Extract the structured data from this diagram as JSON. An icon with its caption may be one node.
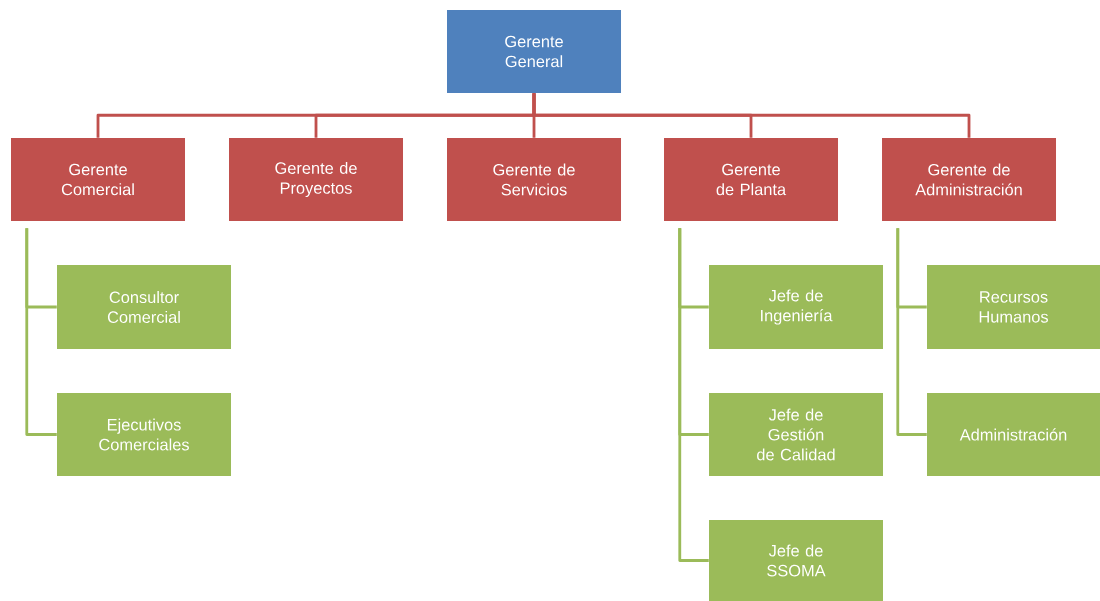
{
  "diagram": {
    "nodes": [
      {
        "text": [
          "Gerente General"
        ]
      },
      {
        "text": [
          "Gerente Comercial"
        ]
      },
      {
        "text": [
          "Gerente de Proyectos"
        ]
      },
      {
        "text": [
          "Gerente de Servicios"
        ]
      },
      {
        "text": [
          "Gerente de Planta"
        ]
      },
      {
        "text": [
          "Gerente de Administración"
        ]
      },
      {
        "text": [
          "Consultor Comercial"
        ]
      },
      {
        "text": [
          "Ejecutivos Comerciales"
        ]
      },
      {
        "text": [
          "Jefe de Ingeniería"
        ]
      },
      {
        "text": [
          "Jefe de Gestión de Calidad"
        ]
      },
      {
        "text": [
          "Jefe de SSOMA"
        ]
      },
      {
        "text": [
          "Recursos Humanos"
        ]
      },
      {
        "text": [
          "Administración"
        ]
      }
    ],
    "edges": [
      {
        "from": 0,
        "to": 1,
        "arrow": "none",
        "color": "#c0504d"
      },
      {
        "from": 0,
        "to": 2,
        "arrow": "none",
        "color": "#c0504d"
      },
      {
        "from": 0,
        "to": 3,
        "arrow": "none",
        "color": "#c0504d"
      },
      {
        "from": 0,
        "to": 4,
        "arrow": "none",
        "color": "#c0504d"
      },
      {
        "from": 0,
        "to": 5,
        "arrow": "none",
        "color": "#c0504d"
      },
      {
        "from": 1,
        "to": 6,
        "arrow": "none"
      },
      {
        "from": 1,
        "to": 7,
        "arrow": "none"
      },
      {
        "from": 4,
        "to": 8,
        "arrow": "none"
      },
      {
        "from": 4,
        "to": 9,
        "arrow": "none"
      },
      {
        "from": 4,
        "to": 10,
        "arrow": "none"
      },
      {
        "from": 5,
        "to": 11,
        "arrow": "none"
      },
      {
        "from": 5,
        "to": 12,
        "arrow": "none"
      }
    ]
  }
}
